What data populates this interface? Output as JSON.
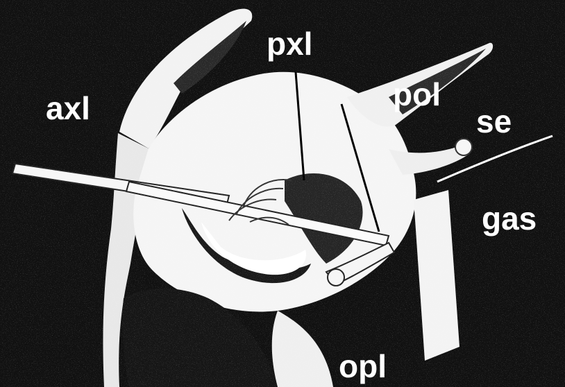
{
  "figure": {
    "labels": {
      "axl": "axl",
      "pxl": "pxl",
      "pol": "pol",
      "se": "se",
      "gas": "gas",
      "opl": "opl"
    }
  },
  "colors": {
    "background": "#101010",
    "tissue": "#f4f4f4",
    "shadow": "#1a1a1a",
    "label": "#ffffff"
  }
}
